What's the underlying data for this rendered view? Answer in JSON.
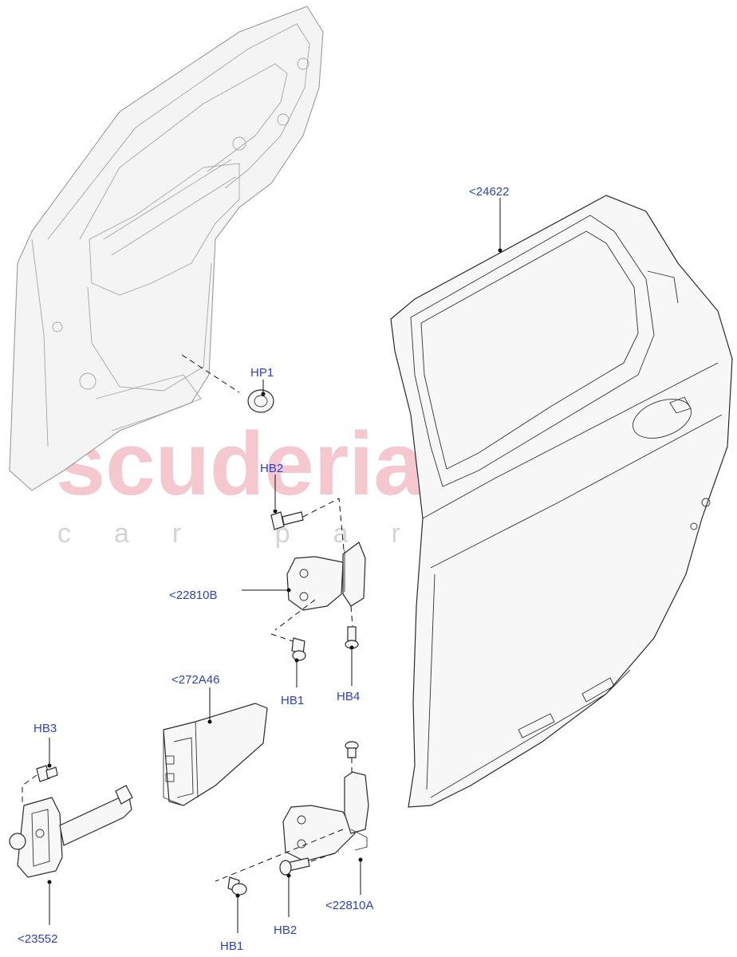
{
  "watermark": {
    "brand": "scuderia",
    "subtitle": "car parts"
  },
  "callouts": {
    "door_shell": "<24622",
    "plug": "HP1",
    "bolt_upper": "HB2",
    "upper_hinge": "<22810B",
    "upper_hinge_bolt": "HB1",
    "hinge_pin_upper": "HB4",
    "seal_part": "<272A46",
    "check_bolt": "HB3",
    "check_arm": "<23552",
    "lower_hinge": "<22810A",
    "lower_hinge_bolt_1": "HB1",
    "lower_hinge_bolt_2": "HB2"
  },
  "colors": {
    "callout": "#2b3fd6",
    "watermark_red": "#f2b6bf",
    "watermark_grey": "#d4d4d4"
  }
}
